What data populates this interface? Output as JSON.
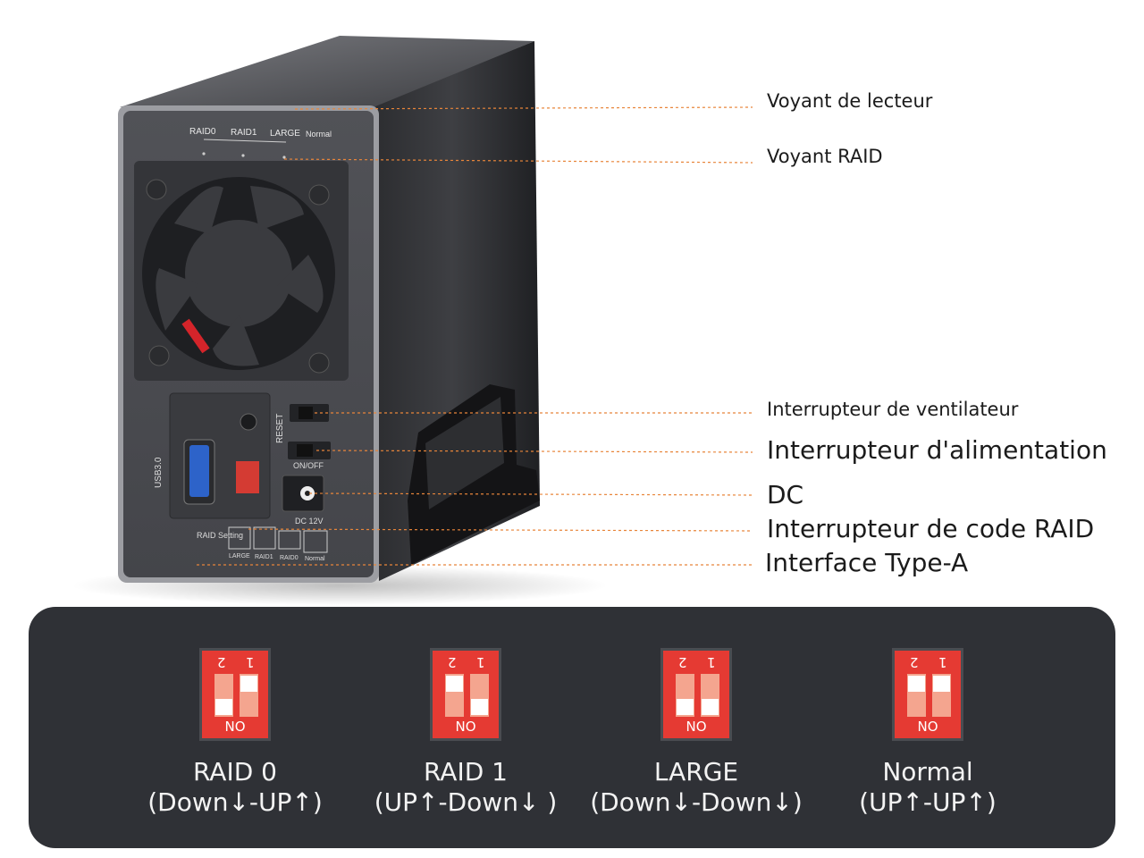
{
  "device": {
    "led_labels": [
      "RAID0",
      "RAID1",
      "LARGE",
      "Normal"
    ],
    "reset_label": "RESET",
    "onoff_label": "ON/OFF",
    "usb_label": "USB3.0",
    "dc_label": "DC 12V",
    "raid_setting_label": "RAID Setting",
    "mode_small_labels": [
      "LARGE",
      "RAID1",
      "RAID0",
      "Normal"
    ]
  },
  "callouts": [
    {
      "id": "drive-led",
      "text": "Voyant de lecteur"
    },
    {
      "id": "raid-led",
      "text": "Voyant RAID"
    },
    {
      "id": "fan-switch",
      "text": "Interrupteur de ventilateur"
    },
    {
      "id": "power-switch",
      "text": "Interrupteur d'alimentation"
    },
    {
      "id": "dc",
      "text": "DC"
    },
    {
      "id": "raid-code-switch",
      "text": "Interrupteur de code RAID"
    },
    {
      "id": "type-a",
      "text": "Interface Type-A"
    }
  ],
  "raid_modes": [
    {
      "name": "RAID 0",
      "code": "(Down↓-UP↑)",
      "switch1": "up",
      "switch2": "down",
      "dip_numbers": [
        "1",
        "2"
      ],
      "dip_label": "NO"
    },
    {
      "name": "RAID 1",
      "code": "(UP↑-Down↓ )",
      "switch1": "down",
      "switch2": "up",
      "dip_numbers": [
        "1",
        "2"
      ],
      "dip_label": "NO"
    },
    {
      "name": "LARGE",
      "code": "(Down↓-Down↓)",
      "switch1": "down",
      "switch2": "down",
      "dip_numbers": [
        "1",
        "2"
      ],
      "dip_label": "NO"
    },
    {
      "name": "Normal",
      "code": "(UP↑-UP↑)",
      "switch1": "up",
      "switch2": "up",
      "dip_numbers": [
        "1",
        "2"
      ],
      "dip_label": "NO"
    }
  ],
  "colors": {
    "panel": "#2f3136",
    "dip_red": "#e53a33",
    "leader_orange": "#e8853a",
    "enclosure": "#3a3b3f"
  }
}
